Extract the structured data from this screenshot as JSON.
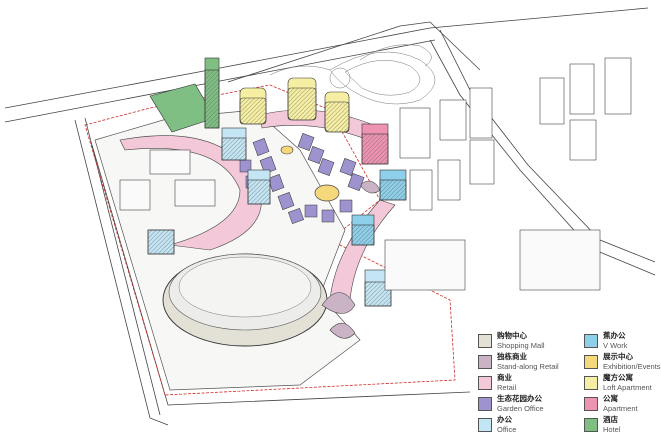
{
  "legend": {
    "items": [
      {
        "cn": "购物中心",
        "en": "Shopping Mall",
        "color": "#e3e0d6"
      },
      {
        "cn": "独栋商业",
        "en": "Stand-along Retail",
        "color": "#c9b3c4"
      },
      {
        "cn": "商业",
        "en": "Retail",
        "color": "#f3c9d9"
      },
      {
        "cn": "生态花园办公",
        "en": "Garden Office",
        "color": "#9e93cf"
      },
      {
        "cn": "办公",
        "en": "Office",
        "color": "#c4e5f4"
      },
      {
        "cn": "蕉办公",
        "en": "V Work",
        "color": "#8ecfe9"
      },
      {
        "cn": "展示中心",
        "en": "Exhibition/Events",
        "color": "#f5d77c"
      },
      {
        "cn": "魔方公寓",
        "en": "Loft Apartment",
        "color": "#f6efa3"
      },
      {
        "cn": "公寓",
        "en": "Apartment",
        "color": "#ee93b2"
      },
      {
        "cn": "酒店",
        "en": "Hotel",
        "color": "#7fbf84"
      }
    ]
  }
}
